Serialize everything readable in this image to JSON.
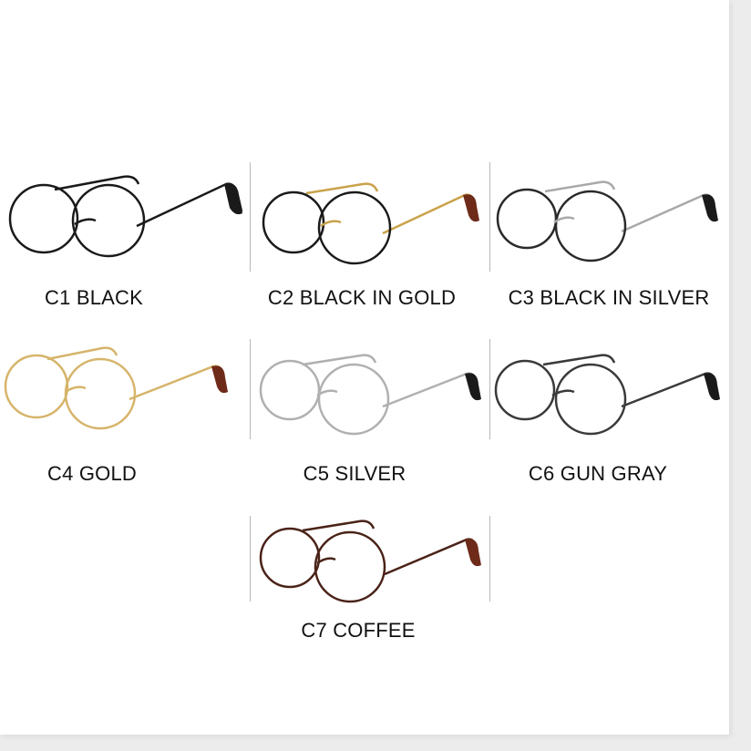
{
  "variants": [
    {
      "code": "C1",
      "label": "C1 BLACK",
      "frame_color": "#1a1a1a",
      "tip_color": "#1a1a1a"
    },
    {
      "code": "C2",
      "label": "C2 BLACK IN GOLD",
      "frame_color": "#c9a24a",
      "rim_color": "#1a1a1a",
      "tip_color": "#6e2b1a"
    },
    {
      "code": "C3",
      "label": "C3 BLACK IN SILVER",
      "frame_color": "#a9a9a9",
      "rim_color": "#2a2a2a",
      "tip_color": "#1a1a1a"
    },
    {
      "code": "C4",
      "label": "C4 GOLD",
      "frame_color": "#d6b46a",
      "tip_color": "#6e2b1a"
    },
    {
      "code": "C5",
      "label": "C5 SILVER",
      "frame_color": "#b0b0b0",
      "tip_color": "#1a1a1a"
    },
    {
      "code": "C6",
      "label": "C6 GUN GRAY",
      "frame_color": "#3a3a3a",
      "tip_color": "#1a1a1a"
    },
    {
      "code": "C7",
      "label": "C7 COFFEE",
      "frame_color": "#4a2318",
      "tip_color": "#6e2b1a"
    }
  ],
  "background": "#ffffff"
}
